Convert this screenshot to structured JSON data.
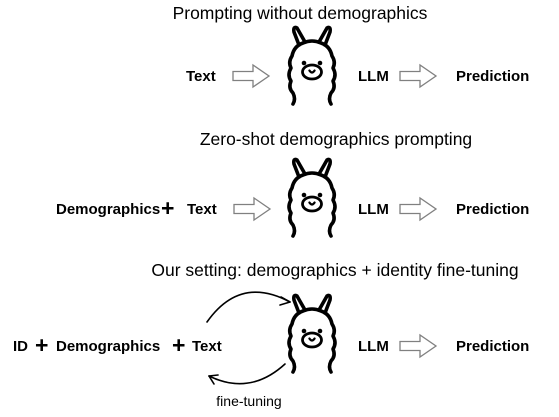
{
  "sections": [
    {
      "title": "Prompting without demographics",
      "inputs": [
        "Text"
      ],
      "model": "LLM",
      "output": "Prediction"
    },
    {
      "title": "Zero-shot demographics prompting",
      "inputs": [
        "Demographics",
        "+",
        "Text"
      ],
      "model": "LLM",
      "output": "Prediction"
    },
    {
      "title": "Our setting: demographics + identity fine-tuning",
      "inputs": [
        "ID",
        "+",
        "Demographics",
        "+",
        "Text"
      ],
      "model": "LLM",
      "output": "Prediction",
      "loop_label": "fine-tuning"
    }
  ],
  "icons": {
    "model": "llama-icon",
    "flow": "hollow-arrow-icon",
    "loop": "curved-arrow-icon"
  },
  "colors": {
    "text": "#000000",
    "arrow_outline": "#808080",
    "background": "#ffffff"
  }
}
